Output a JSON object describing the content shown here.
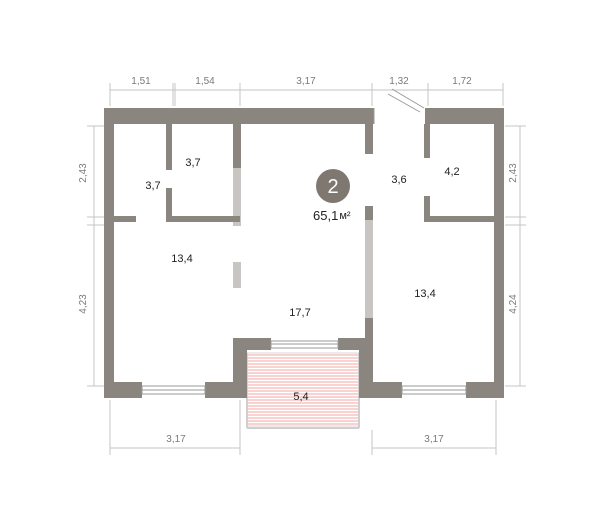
{
  "apartment": {
    "rooms_count": "2",
    "total_area_value": "65,1",
    "total_area_unit": "м²"
  },
  "rooms": [
    {
      "id": "bath-top",
      "area": "3,7"
    },
    {
      "id": "bath-left",
      "area": "3,7"
    },
    {
      "id": "bedroom-left",
      "area": "13,4"
    },
    {
      "id": "kitchen-living",
      "area": "17,7"
    },
    {
      "id": "hall-right",
      "area": "3,6"
    },
    {
      "id": "bath-right",
      "area": "4,2"
    },
    {
      "id": "bedroom-right",
      "area": "13,4"
    },
    {
      "id": "balcony",
      "area": "5,4"
    }
  ],
  "dimensions": {
    "top": [
      "1,51",
      "1,54",
      "3,17",
      "1,32",
      "1,72"
    ],
    "left": [
      "2,43",
      "4,23"
    ],
    "right": [
      "2,43",
      "4,24"
    ],
    "bottom": [
      "3,17",
      "3,17"
    ]
  },
  "colors": {
    "wall": "#8a857e",
    "partition": "#c8c6c2",
    "dimension": "#bdbdbd",
    "balcony_hatch": "#f2a7a5",
    "badge": "#7e7871"
  }
}
